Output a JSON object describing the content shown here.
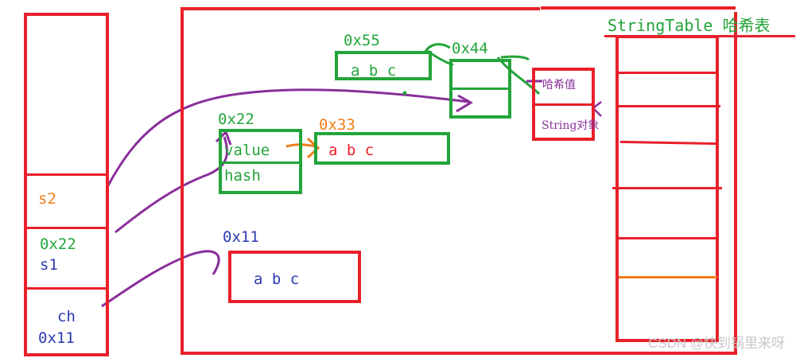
{
  "stack": {
    "s2": "s2",
    "s1_addr": "0x22",
    "s1": "s1",
    "ch": "ch",
    "ch_addr": "0x11"
  },
  "heap": {
    "obj_0x55": {
      "addr": "0x55",
      "text": "a b c"
    },
    "obj_0x44": {
      "addr": "0x44"
    },
    "obj_0x22": {
      "addr": "0x22",
      "value": "value",
      "hash": "hash"
    },
    "obj_0x33": {
      "addr": "0x33",
      "text": "a b c"
    },
    "obj_0x11": {
      "addr": "0x11",
      "text": "a b c"
    },
    "entry": {
      "hash_value": "哈希值",
      "string_object": "String对象"
    }
  },
  "string_table": {
    "title": "StringTable 哈希表"
  },
  "watermark": "CSDN @快到锅里来呀",
  "colors": {
    "red": "#e8202a",
    "green": "#23a43a",
    "orange": "#f07d1a",
    "blue": "#2b3bb0",
    "purple": "#8a2f9b"
  }
}
